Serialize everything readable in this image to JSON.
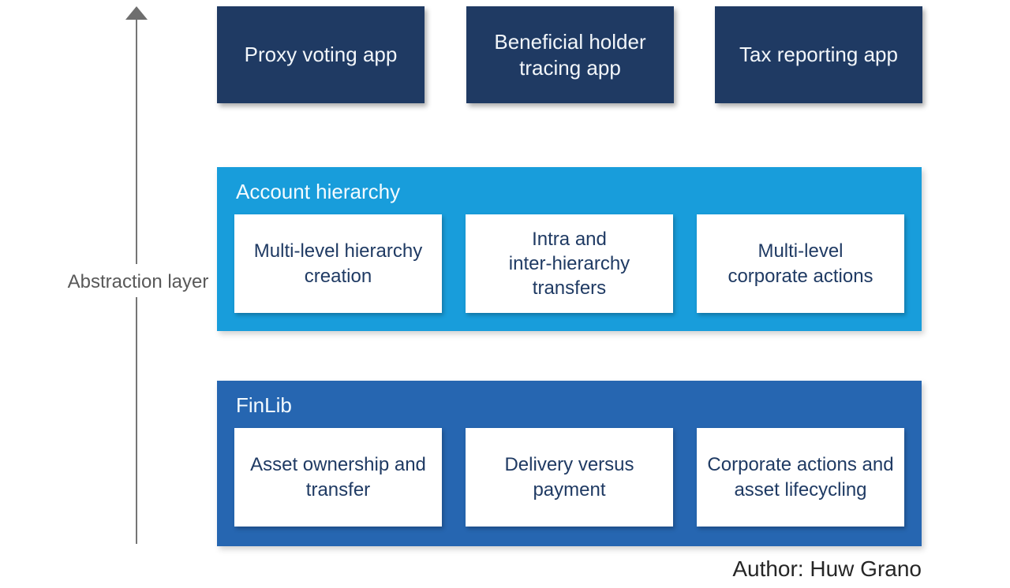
{
  "diagram": {
    "axis_label": "Abstraction layer",
    "author_credit": "Author: Huw Grano",
    "top_apps": [
      {
        "label": "Proxy voting app"
      },
      {
        "label": "Beneficial holder\ntracing app"
      },
      {
        "label": "Tax reporting app"
      }
    ],
    "layers": [
      {
        "title": "Account hierarchy",
        "accent_color": "#189DDB",
        "items": [
          "Multi-level hierarchy\ncreation",
          "Intra and\ninter-hierarchy\ntransfers",
          "Multi-level\ncorporate actions"
        ]
      },
      {
        "title": "FinLib",
        "accent_color": "#2666B1",
        "items": [
          "Asset ownership and\ntransfer",
          "Delivery versus\npayment",
          "Corporate actions and\nasset lifecycling"
        ]
      }
    ],
    "colors": {
      "app_box": "#1F3A63",
      "layer_account_hierarchy": "#189DDB",
      "layer_finlib": "#2666B1",
      "feature_box_text": "#1F3A63",
      "arrow": "#757575",
      "axis_label_text": "#595959",
      "author_text": "#262626"
    }
  }
}
